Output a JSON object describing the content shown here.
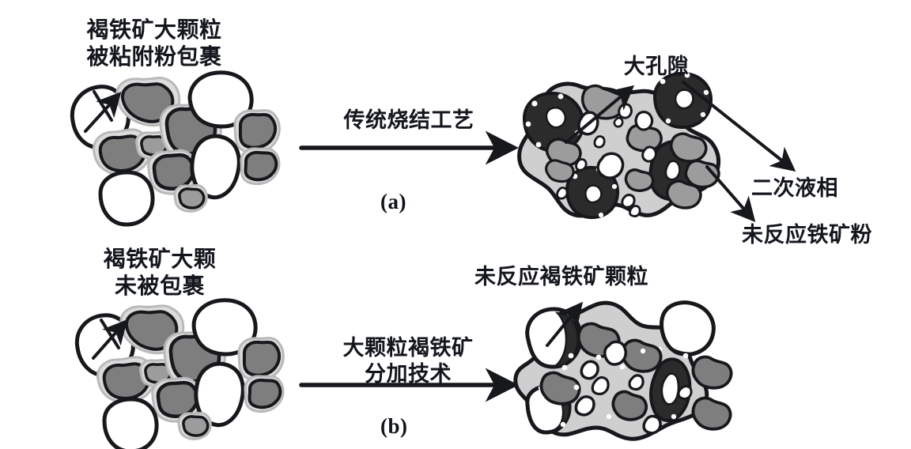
{
  "figure": {
    "title_present": false,
    "background_color": "#ffffff",
    "ink_color": "#16181c"
  },
  "palette": {
    "outline": "#16181c",
    "halo_ring": "#dcdcdc",
    "particle_gray": "#7e7e7e",
    "particle_gray_light": "#9c9c9c",
    "matrix_light_gray": "#cfcfcf",
    "dark_phase": "#2b2b2b",
    "white_void": "#ffffff"
  },
  "rows": [
    {
      "id": "row-a",
      "panel_label": "(a)",
      "left_caption": "褐铁矿大颗粒\n被粘附粉包裹",
      "arrow_caption": "传统烧结工艺",
      "right_annotations": [
        {
          "id": "big-pore",
          "text": "大孔隙"
        },
        {
          "id": "secondary-liquid-phase",
          "text": "二次液相"
        },
        {
          "id": "unreacted-iron-ore-powder",
          "text": "未反应铁矿粉"
        }
      ]
    },
    {
      "id": "row-b",
      "panel_label": "(b)",
      "left_caption": "褐铁矿大颗\n未被包裹",
      "arrow_caption": "大颗粒褐铁矿\n分加技术",
      "right_annotations": [
        {
          "id": "unreacted-limonite-particle",
          "text": "未反应褐铁矿颗粒"
        }
      ]
    }
  ],
  "labels": {
    "top_left_caption": "褐铁矿大颗粒\n被粘附粉包裹",
    "bottom_left_caption": "褐铁矿大颗\n未被包裹",
    "arrow_a_caption": "传统烧结工艺",
    "arrow_b_caption": "大颗粒褐铁矿\n分加技术",
    "big_pore": "大孔隙",
    "secondary_liquid_phase": "二次液相",
    "unreacted_iron_ore_powder": "未反应铁矿粉",
    "unreacted_limonite_particle": "未反应褐铁矿颗粒",
    "panel_a": "(a)",
    "panel_b": "(b)"
  },
  "icons": {
    "process_arrow_a": "right-arrow-icon",
    "process_arrow_b": "right-arrow-icon",
    "leader_big_pore": "leader-arrow-icon",
    "leader_liquid": "leader-arrow-icon",
    "leader_unreacted": "leader-arrow-icon",
    "leader_limonite": "leader-arrow-icon",
    "leader_top_left": "leader-arrow-icon",
    "leader_bottom_left": "leader-arrow-icon"
  }
}
